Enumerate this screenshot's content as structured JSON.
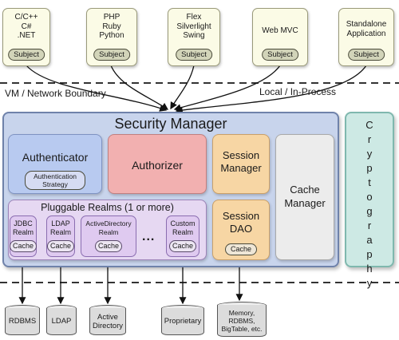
{
  "clients": [
    {
      "lines": "C/C++\nC#\n.NET",
      "badge": "Subject"
    },
    {
      "lines": "PHP\nRuby\nPython",
      "badge": "Subject"
    },
    {
      "lines": "Flex\nSilverlight\nSwing",
      "badge": "Subject"
    },
    {
      "lines": "Web MVC",
      "badge": "Subject"
    },
    {
      "lines": "Standalone\nApplication",
      "badge": "Subject"
    }
  ],
  "boundary": {
    "vm_label": "VM / Network Boundary",
    "local_label": "Local / In-Process"
  },
  "security_manager": {
    "title": "Security Manager",
    "authenticator": {
      "title": "Authenticator",
      "strategy": "Authentication\nStrategy"
    },
    "authorizer": {
      "title": "Authorizer"
    },
    "session_manager": {
      "title": "Session\nManager"
    },
    "session_dao": {
      "title": "Session\nDAO",
      "badge": "Cache"
    },
    "cache_manager": {
      "title": "Cache\nManager"
    },
    "realms": {
      "title": "Pluggable Realms (1 or more)",
      "ellipsis": "...",
      "items": [
        {
          "name": "JDBC\nRealm",
          "badge": "Cache"
        },
        {
          "name": "LDAP\nRealm",
          "badge": "Cache"
        },
        {
          "name": "ActiveDirectory\nRealm",
          "badge": "Cache"
        },
        {
          "name": "Custom\nRealm",
          "badge": "Cache"
        }
      ]
    }
  },
  "cryptography": {
    "letters": [
      "C",
      "r",
      "y",
      "p",
      "t",
      "o",
      "g",
      "r",
      "a",
      "p",
      "h",
      "y"
    ]
  },
  "datastores": [
    {
      "label": "RDBMS"
    },
    {
      "label": "LDAP"
    },
    {
      "label": "Active\nDirectory"
    },
    {
      "label": "Proprietary"
    },
    {
      "label": "Memory,\nRDBMS,\nBigTable, etc."
    }
  ],
  "colors": {
    "client_fill": "#fbfbe6",
    "security_manager_fill": "#c8d4ec",
    "authenticator_fill": "#b8caf0",
    "authorizer_fill": "#f2b0b0",
    "session_fill": "#f7d6a4",
    "cache_fill": "#ececec",
    "realms_fill": "#e6d8f2",
    "crypto_fill": "#cde9e4"
  }
}
